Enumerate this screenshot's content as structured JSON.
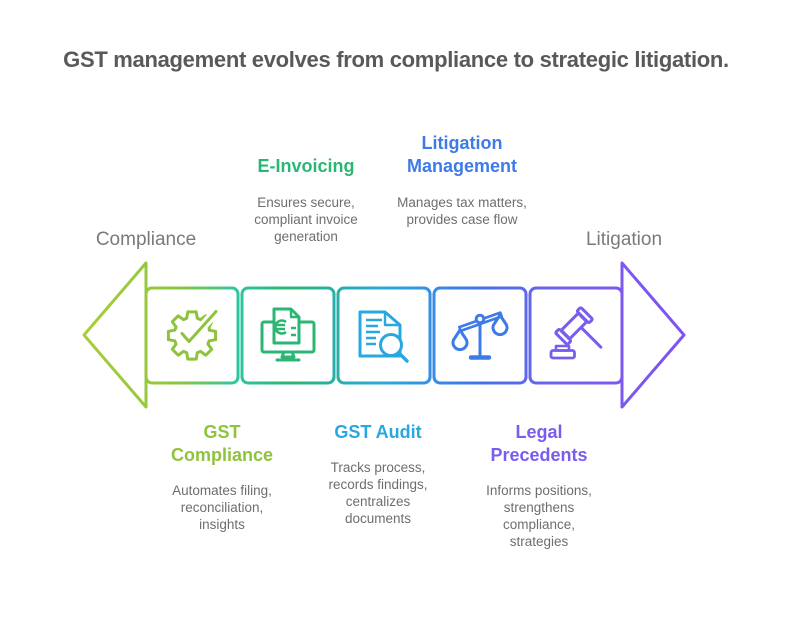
{
  "title": "GST management evolves from compliance to strategic litigation.",
  "endpoints": {
    "left": "Compliance",
    "right": "Litigation"
  },
  "stages": [
    {
      "heading": "GST Compliance",
      "description": "Automates filing, reconciliation, insights",
      "color": "#8FC33D",
      "label_position": "below",
      "icon": "gear-check-icon"
    },
    {
      "heading": "E-Invoicing",
      "description": "Ensures secure, compliant invoice generation",
      "color": "#2BB673",
      "label_position": "above",
      "icon": "invoice-monitor-icon"
    },
    {
      "heading": "GST Audit",
      "description": "Tracks process, records findings, centralizes documents",
      "color": "#29A8E0",
      "label_position": "below",
      "icon": "document-search-icon"
    },
    {
      "heading": "Litigation Management",
      "description": "Manages tax matters, provides case flow",
      "color": "#3D7BE8",
      "label_position": "above",
      "icon": "balance-scale-icon"
    },
    {
      "heading": "Legal Precedents",
      "description": "Informs positions, strengthens compliance, strategies",
      "color": "#7A5CEF",
      "label_position": "below",
      "icon": "gavel-icon"
    }
  ],
  "colors": {
    "title_text": "#58595B",
    "endpoint_text": "#797A7D",
    "description_text": "#6D6E71",
    "band_gradient": [
      "#A8CE38",
      "#8CC63E",
      "#2DC5A2",
      "#2BB673",
      "#29A8E0",
      "#4472E9",
      "#7B5CF0",
      "#7E52F3"
    ]
  }
}
